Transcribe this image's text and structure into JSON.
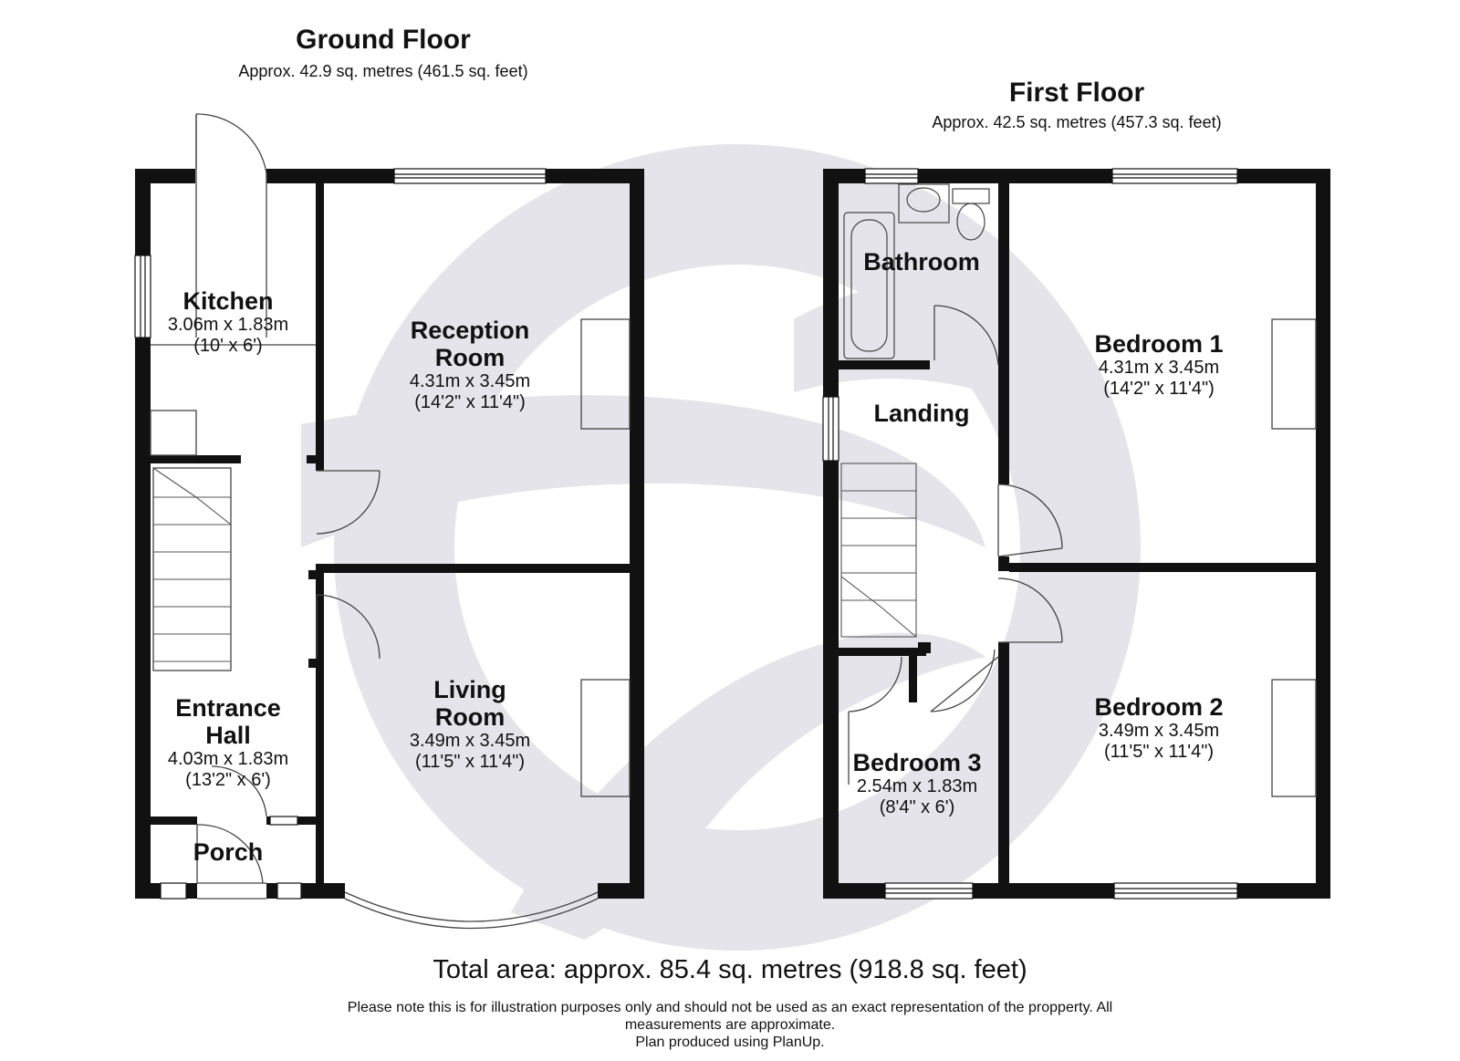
{
  "ground_floor": {
    "title": "Ground Floor",
    "area": "Approx. 42.9 sq. metres (461.5 sq. feet)",
    "rooms": [
      {
        "id": "kitchen",
        "name": "Kitchen",
        "dims": "3.06m x 1.83m",
        "imperial": "(10' x 6')"
      },
      {
        "id": "reception-room",
        "name_line1": "Reception",
        "name_line2": "Room",
        "dims": "4.31m x 3.45m",
        "imperial": "(14'2\" x 11'4\")"
      },
      {
        "id": "living-room",
        "name_line1": "Living",
        "name_line2": "Room",
        "dims": "3.49m x 3.45m",
        "imperial": "(11'5\" x 11'4\")"
      },
      {
        "id": "entrance-hall",
        "name_line1": "Entrance",
        "name_line2": "Hall",
        "dims": "4.03m x 1.83m",
        "imperial": "(13'2\" x 6')"
      },
      {
        "id": "porch",
        "name": "Porch"
      }
    ]
  },
  "first_floor": {
    "title": "First Floor",
    "area": "Approx. 42.5 sq. metres (457.3 sq. feet)",
    "rooms": [
      {
        "id": "bathroom",
        "name": "Bathroom"
      },
      {
        "id": "landing",
        "name": "Landing"
      },
      {
        "id": "bedroom-1",
        "name": "Bedroom 1",
        "dims": "4.31m x 3.45m",
        "imperial": "(14'2\" x 11'4\")"
      },
      {
        "id": "bedroom-2",
        "name": "Bedroom 2",
        "dims": "3.49m x 3.45m",
        "imperial": "(11'5\" x 11'4\")"
      },
      {
        "id": "bedroom-3",
        "name": "Bedroom 3",
        "dims": "2.54m x 1.83m",
        "imperial": "(8'4\" x 6')"
      }
    ]
  },
  "total_area": "Total area: approx. 85.4 sq. metres (918.8 sq. feet)",
  "disclaimer_line1": "Please note this is for illustration purposes only and should not be used as an exact representation of the propperty. All",
  "disclaimer_line2": "measurements are approximate.",
  "disclaimer_line3": "Plan produced using PlanUp.",
  "colors": {
    "wall": "#111111",
    "watermark": "#e4e4ea",
    "fixture_line": "#555555"
  },
  "watermark_icon": "planup-logo-watermark"
}
